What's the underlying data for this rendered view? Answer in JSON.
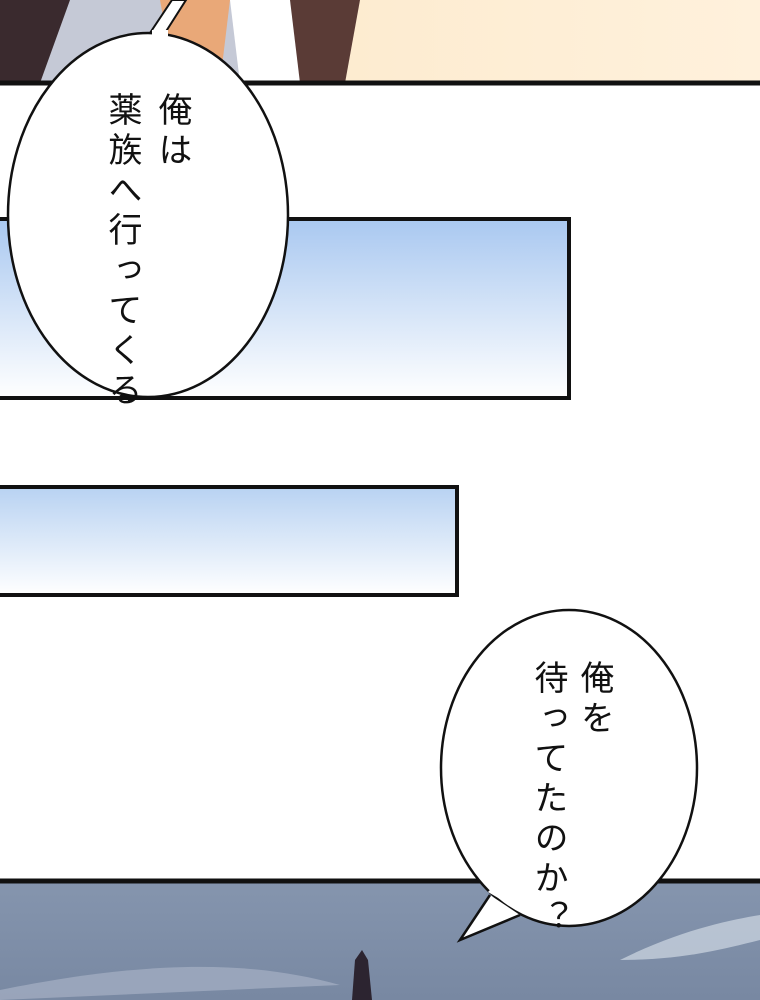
{
  "panels": {
    "top": {
      "background": "#fbe5c2"
    },
    "sky_wide": {
      "gradient_top": "#a9c8f0",
      "gradient_bottom": "#ffffff"
    },
    "sky_narrow": {
      "gradient_top": "#b8d2f2",
      "gradient_bottom": "#ffffff"
    },
    "bottom": {
      "background": "#7f8ea8"
    }
  },
  "bubbles": [
    {
      "lines": [
        "俺は",
        "薬族へ行ってくる"
      ]
    },
    {
      "lines": [
        "俺を",
        "待ってたのか？"
      ]
    }
  ]
}
